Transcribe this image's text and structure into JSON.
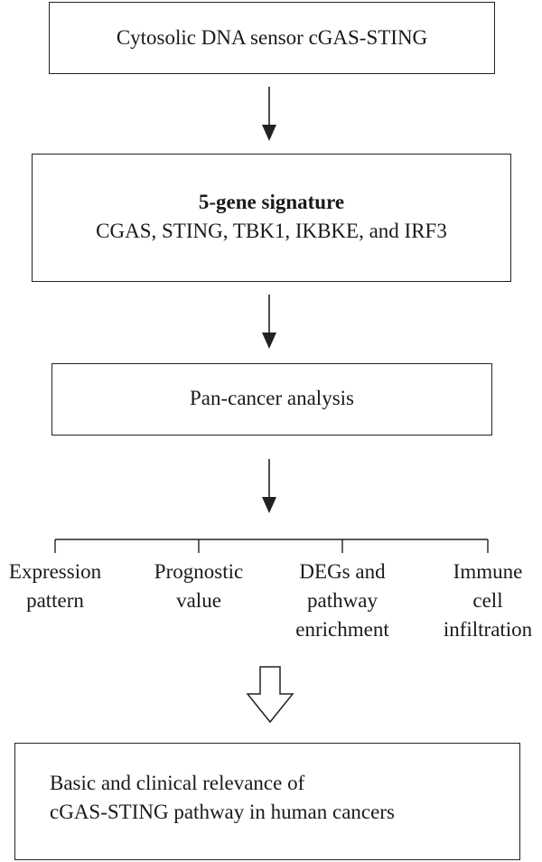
{
  "box1": {
    "text": "Cytosolic DNA sensor cGAS-STING"
  },
  "box2": {
    "title": "5-gene signature",
    "genes": "CGAS, STING, TBK1, IKBKE, and IRF3"
  },
  "box3": {
    "text": "Pan-cancer analysis"
  },
  "branches": [
    {
      "lines": [
        "Expression",
        "pattern"
      ]
    },
    {
      "lines": [
        "Prognostic",
        "value"
      ]
    },
    {
      "lines": [
        "DEGs and",
        "pathway",
        "enrichment"
      ]
    },
    {
      "lines": [
        "Immune",
        "cell",
        "infiltration"
      ]
    }
  ],
  "box4": {
    "line1": "Basic and clinical relevance of",
    "line2": "cGAS-STING pathway in human cancers"
  }
}
